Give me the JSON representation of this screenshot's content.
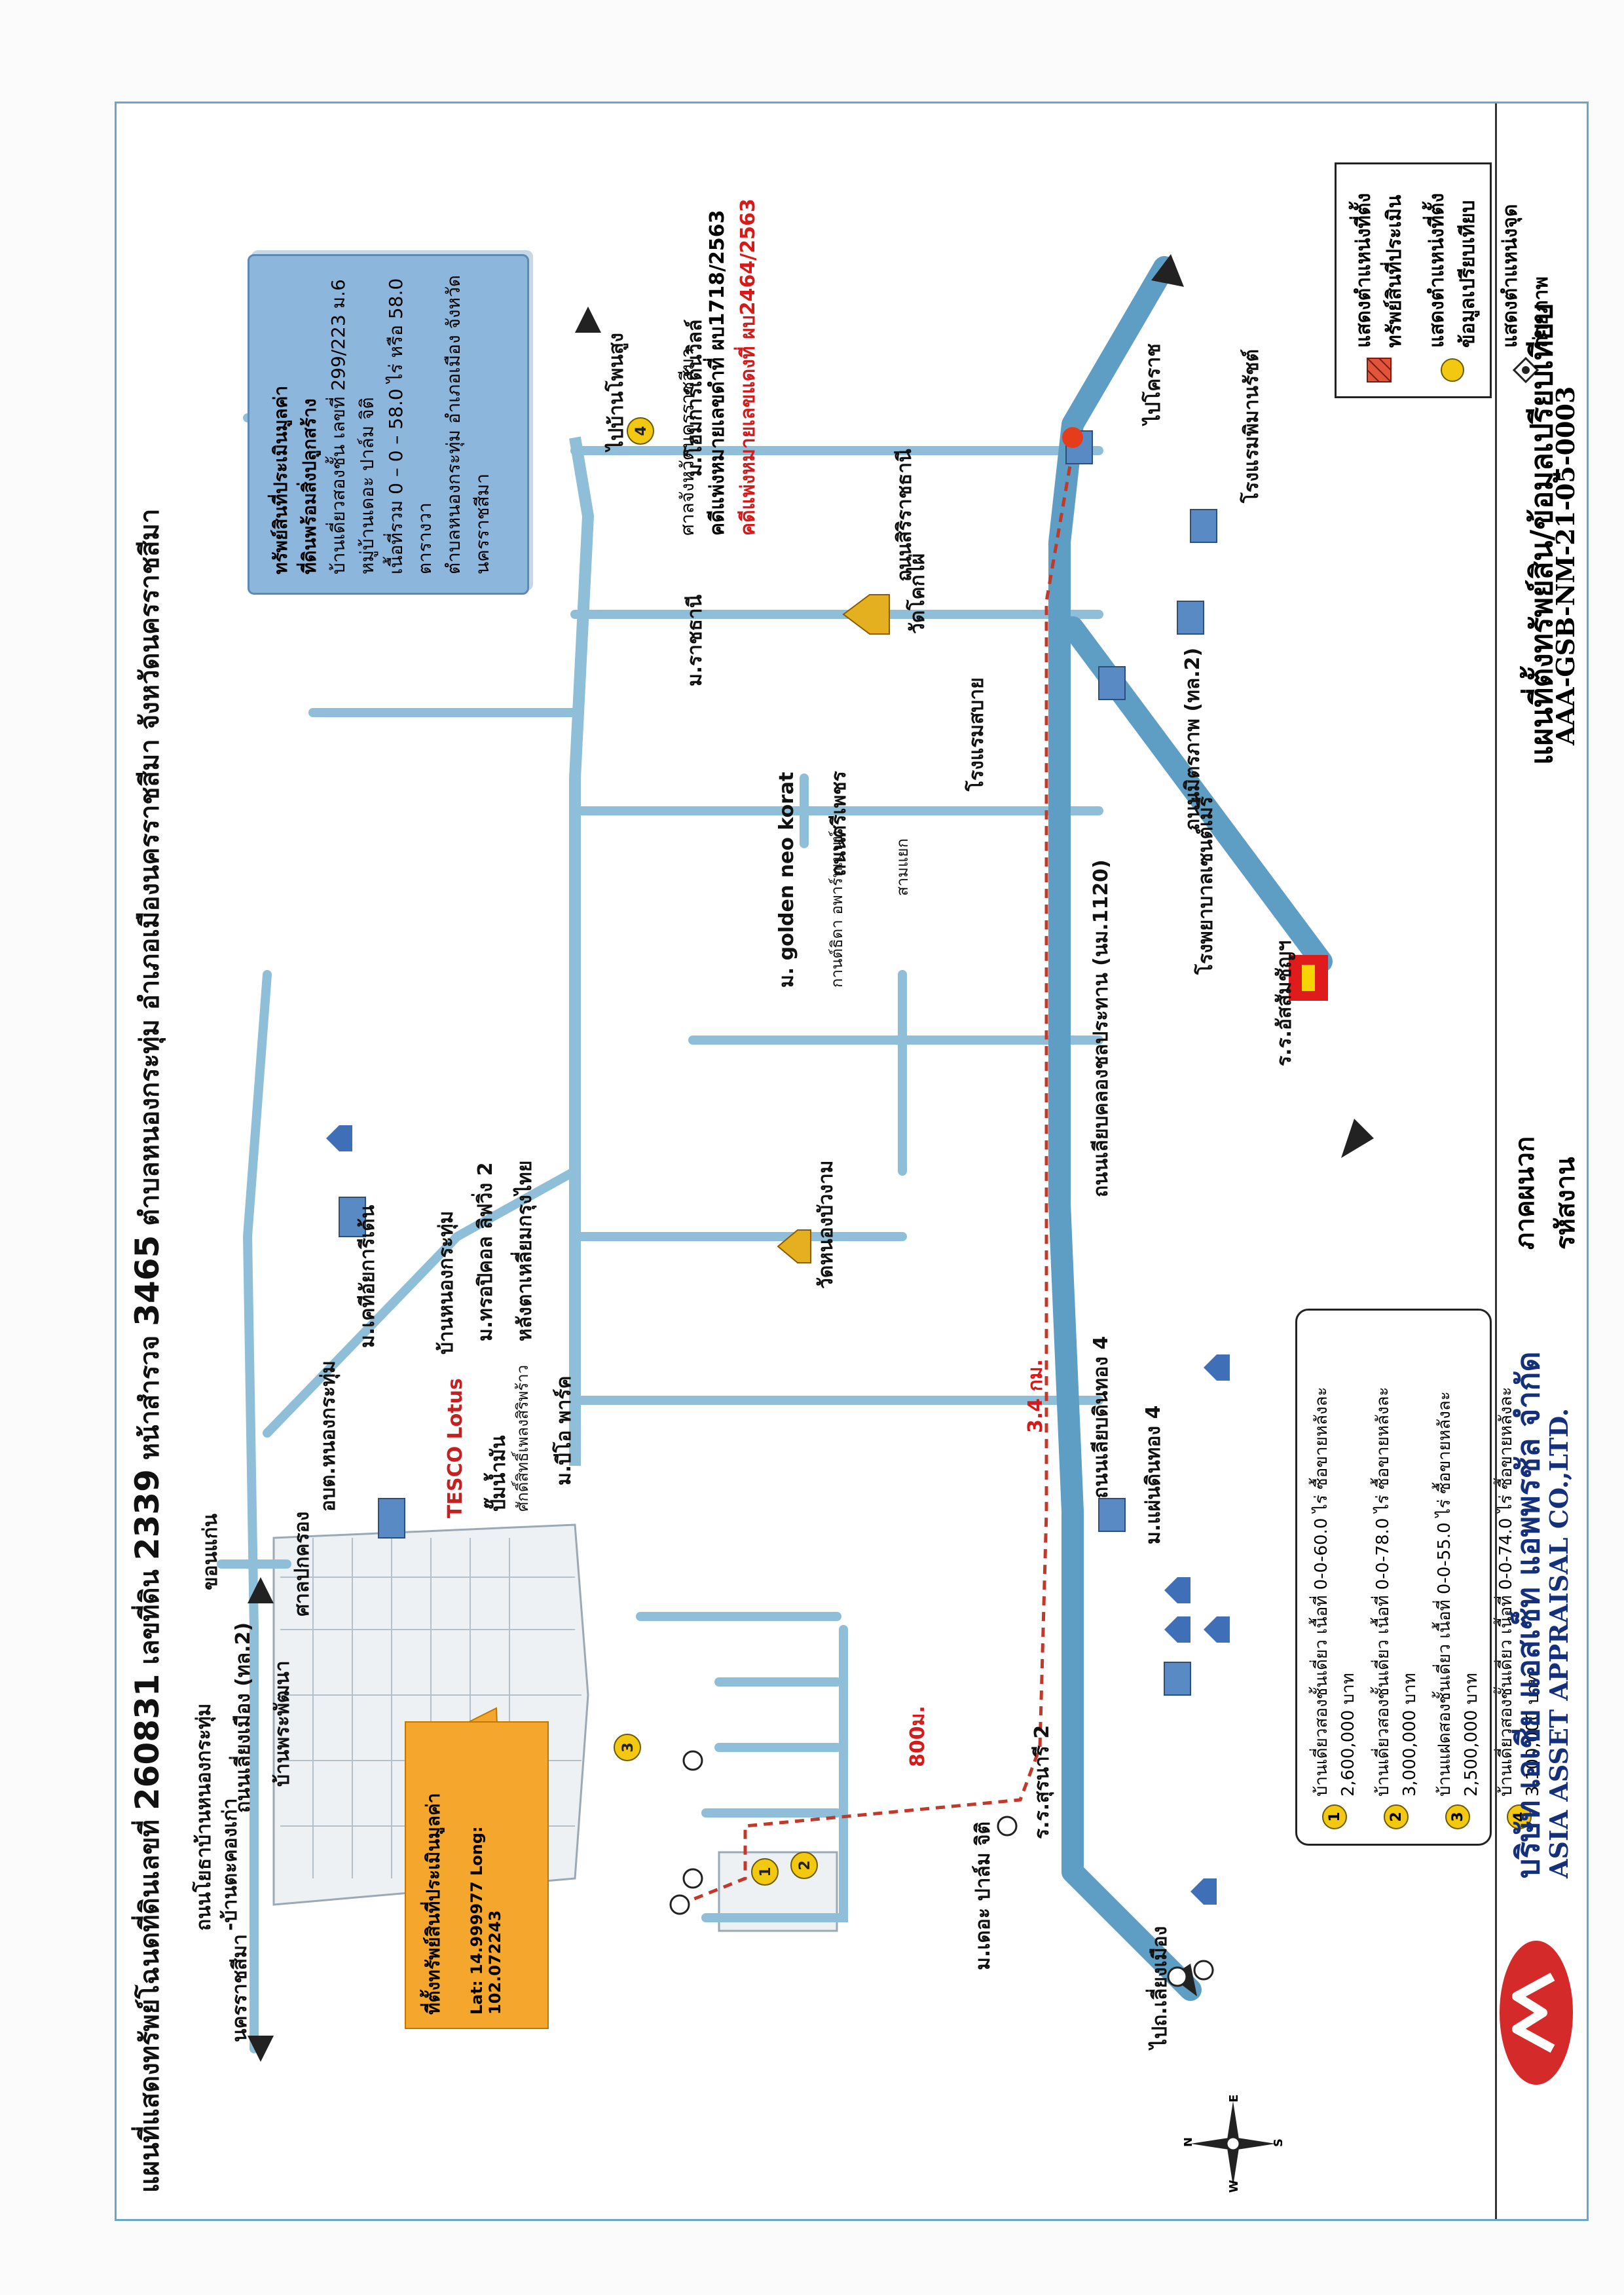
{
  "title": {
    "prefix": "แผนที่แสดงทรัพย์โฉนดที่ดินเลขที่",
    "deed_no": "260831",
    "land_label": "เลขที่ดิน",
    "land_no": "2339",
    "survey_label": "หน้าสำรวจ",
    "survey_no": "3465",
    "location": "ตำบลหนองกระทุ่ม อำเภอเมืองนครราชสีมา จังหวัดนครราชสีมา"
  },
  "subject_card": {
    "line1": "ทรัพย์สินที่ประเมินมูลค่า",
    "line2": "ที่ดินพร้อมสิ่งปลูกสร้าง",
    "line3": "บ้านเดี่ยวสองชั้น เลขที่ 299/223 ม.6 หมู่บ้านเดอะ ปาล์ม จิติ",
    "line4": "เนื้อที่รวม 0 – 0 – 58.0 ไร่ หรือ 58.0 ตารางวา",
    "line5": "ตำบลหนองกระทุ่ม อำเภอเมือง จังหวัดนครราชสีมา"
  },
  "court": {
    "line1": "ศาลจังหวัดนครราชสีมา",
    "line2": "คดีแพ่งหมายเลขดำที่ ผบ1718/2563",
    "line3": "คดีแพ่งหมายเลขแดงที่ ผบ2464/2563"
  },
  "gps": {
    "label": "ที่ตั้งทรัพย์สินที่ประเมินมูลค่า",
    "coords": "Lat: 14.999977   Long: 102.072243"
  },
  "legend": {
    "item1": "แสดงตำแหน่งที่ตั้งทรัพย์สินที่ประเมิน",
    "item2": "แสดงตำแหน่งที่ตั้งข้อมูลเปรียบเทียบ",
    "item3": "แสดงตำแหน่งจุดถ่ายภาพ"
  },
  "comparables": [
    {
      "no": "1",
      "text": "บ้านเดี่ยวสองชั้นเดี่ยว เนื้อที่ 0-0-60.0 ไร่ ซื้อขายหลังละ 2,600,000 บาท"
    },
    {
      "no": "2",
      "text": "บ้านเดี่ยวสองชั้นเดี่ยว เนื้อที่ 0-0-78.0 ไร่ ซื้อขายหลังละ 3,000,000 บาท"
    },
    {
      "no": "3",
      "text": "บ้านแฝดสองชั้นเดี่ยว เนื้อที่ 0-0-55.0 ไร่ ซื้อขายหลังละ 2,500,000 บาท"
    },
    {
      "no": "4",
      "text": "บ้านเดี่ยวสองชั้นเดี่ยว เนื้อที่ 0-0-74.0 ไร่ ซื้อขายหลังละ 3,100,000 บาท"
    }
  ],
  "map_labels": {
    "nakhon": "นครราชสีมา",
    "khon_kaen": "ขอนแก่น",
    "road_bypass": "ถนนเลี่ยงเมือง (ทล.2)",
    "ban_phra": "บ้านพระพัฒนา",
    "old_road": "ถนนโยธาบ้านหนองกระทุ่ม",
    "ban_talad": "-บ้านตะคองเก่า",
    "sala": "ศาลปกครอง",
    "obt": "อบต.หนองกระทุ่ม",
    "ban_nong": "บ้านหนองกระทุ่ม",
    "vill_kae": "ม.เคทีอัยการีเด้น",
    "lotus": "TESCO Lotus",
    "pump": "ปั๊มน้ำมัน",
    "pump_sub": "ศักดิ์สิทธิ์เพลงสิริพร้าว",
    "gold_vill": "ม.ทรอปิคอล ลิฟวิ่ง 2",
    "krung_thai": "หลังตาเหลี่ยมกรุงไทย",
    "wat_nong": "วัดหนองบัวงาม",
    "ban_vil": "ม.บีโอ พาร์ค",
    "road_main": "ถนนเลียบคลองชลประทาน (นม.1120)",
    "dist_34": "3.4 กม.",
    "road_3": "ถนนเลียบดินทอง 4",
    "vill_pen": "ม.แผ่นดินทอง 4",
    "dist_800": "800ม.",
    "school_sur": "ร.ร.สุรนารี 2",
    "palm_vill": "ม.เดอะ ปาล์ม จิติ",
    "to_bypass": "ไปถ.เลี่ยงเมือง",
    "golden_vill": "ม. golden neo korat",
    "kandi": "กานต์ธิดา อพาร์ทเมนท์",
    "road_sri": "ถนนศรีเพชร",
    "ratcha": "ม.ราชธานี",
    "hotel_sabai": "โรงแรมสบาย",
    "hospital": "โรงพยาบาลเซนต์เมรี่",
    "school_sas": "ร.ร.อัสสัมชัญฯ",
    "road_mittra": "ถนนมิตรภาพ (ทล.2)",
    "vill_home": "ม.โฮมการ์เด้นวิลล์",
    "to_pho": "ไปบ้านโพนสูง",
    "road_siri": "ถนนสิริราชธานี",
    "wat_khok": "วัดโคกไผ่",
    "to_korat": "ไปโคราช",
    "hotel_sima": "โรงแรมพิมานรัชต์",
    "tambon": "สามแยก"
  },
  "footer": {
    "company_th": "บริษัท เอเชีย แอสเซ็ท แอพพรชัล จำกัด",
    "company_en": "ASIA ASSET APPRAISAL CO.,LTD.",
    "region": "ภาคผนวก",
    "code_label": "รหัสงาน",
    "map_name": "แผนที่ตั้งทรัพย์สิน/ข้อมูลเปรียบเทียบ",
    "job_code": "AAA-GSB-NM-21-05-0003"
  },
  "compass": {
    "n": "N",
    "s": "S",
    "e": "E",
    "w": "W"
  },
  "colors": {
    "road": "#7fb2cf",
    "main_road": "#5e9ec4",
    "route": "#c0392b",
    "card": "#8db6dc",
    "brand": "#15307a",
    "gps": "#f4a72c",
    "badge": "#f2c811"
  }
}
